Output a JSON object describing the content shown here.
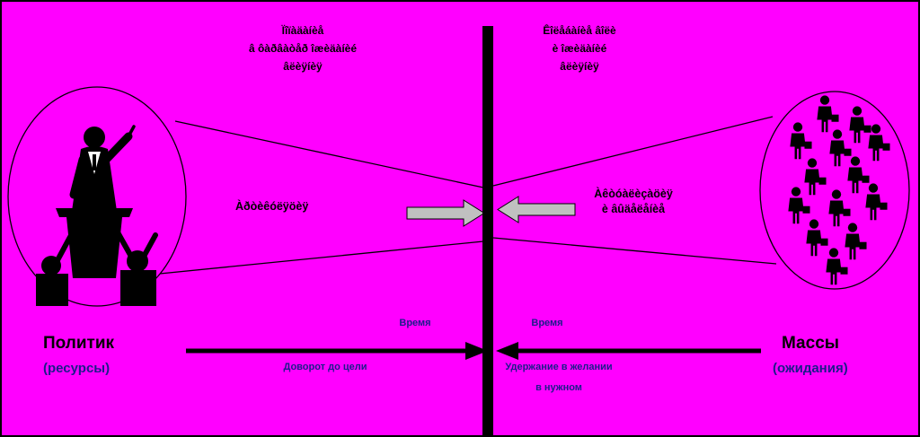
{
  "colors": {
    "background": "#ff00ff",
    "lines_and_bar": "#000000",
    "block_arrow_fill": "#c0c0c0",
    "caption_text": "#000000",
    "small_text": "#1c1c8a"
  },
  "captions": {
    "top_left": [
      "Ïîïàäàíèå",
      "â ôàðâàòåð îæèäàíèé",
      "âëèÿíèÿ"
    ],
    "top_right": [
      "Êîëåáàíèå âîëè",
      "è îæèäàíèé",
      "âëèÿíèÿ"
    ],
    "mid_left": "Àðòèêóëÿöèÿ",
    "mid_right": [
      "Àêòóàëèçàöèÿ",
      "è âûäåëåíèå"
    ]
  },
  "timeline": {
    "left_time_label": "Время",
    "right_time_label": "Время",
    "left_sub_label": "Доворот до цели",
    "right_sub_label_line1": "Удержание в желании",
    "right_sub_label_line2": "в нужном"
  },
  "actors": {
    "left_title": "Политик",
    "left_subtitle": "(ресурсы)",
    "right_title": "Массы",
    "right_subtitle": "(ожидания)"
  },
  "icons": {
    "left_figure": "speaker-at-podium-silhouette",
    "right_figures": "crowd-person-silhouette",
    "center_arrows": "gray-block-arrows-toward-bar",
    "bottom_arrows": "time-axis-arrows-toward-bar"
  }
}
